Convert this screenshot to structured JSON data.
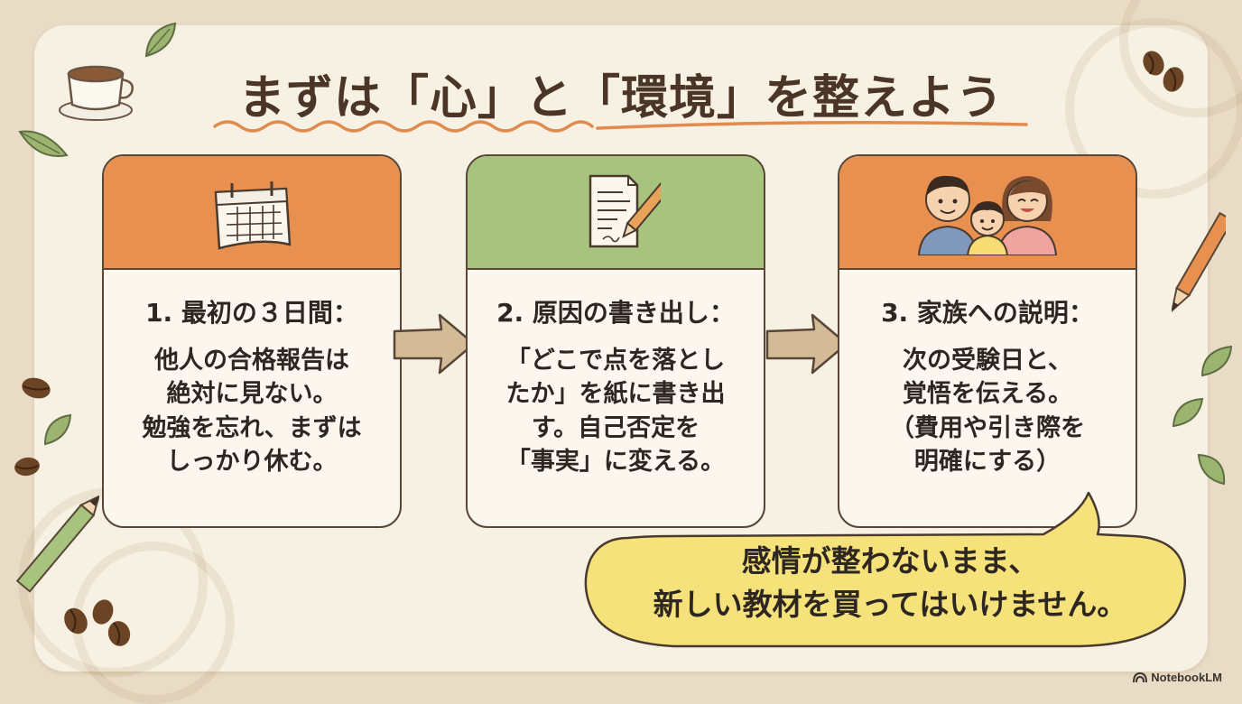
{
  "title": "まずは「心」と「環境」を整えよう",
  "steps": [
    {
      "heading": "1. 最初の３日間：",
      "lines": [
        "他人の合格報告は",
        "絶対に見ない。",
        "勉強を忘れ、まずは",
        "しっかり休む。"
      ],
      "icon": "calendar-icon",
      "color": "#e8904f"
    },
    {
      "heading": "2. 原因の書き出し：",
      "lines": [
        "「どこで点を落とし",
        "たか」を紙に書き出",
        "す。自己否定を",
        "「事実」に変える。"
      ],
      "icon": "document-pen-icon",
      "color": "#a8c37e"
    },
    {
      "heading": "3. 家族への説明：",
      "lines": [
        "次の受験日と、",
        "覚悟を伝える。",
        "（費用や引き際を",
        "明確にする）"
      ],
      "icon": "family-icon",
      "color": "#e8904f"
    }
  ],
  "callout": {
    "line1": "感情が整わないまま、",
    "line2": "新しい教材を買ってはいけません。",
    "color": "#f6e27a"
  },
  "brand": "NotebookLM"
}
